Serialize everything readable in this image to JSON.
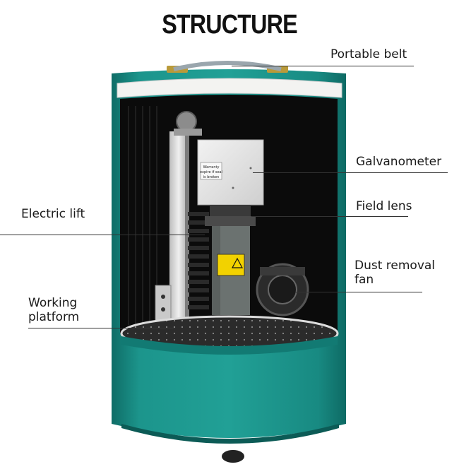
{
  "title": "STRUCTURE",
  "labels": {
    "portable_belt": "Portable belt",
    "galvanometer": "Galvanometer",
    "field_lens": "Field lens",
    "electric_lift": "Electric lift",
    "dust_removal_line1": "Dust removal",
    "dust_removal_line2": "fan",
    "working_platform_line1": "Working",
    "working_platform_line2": "platform"
  },
  "galvo_sticker": [
    "Warranty",
    "expire if seal",
    "is broken"
  ],
  "colors": {
    "housing_teal": "#1a8a82",
    "interior": "#0b0b0b",
    "galvo_head": "#e6e6e6",
    "warning_yellow": "#f2d200"
  }
}
